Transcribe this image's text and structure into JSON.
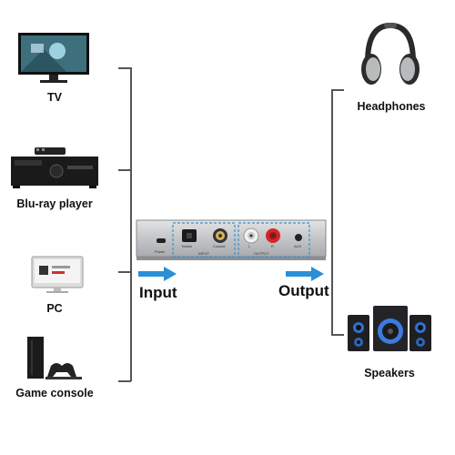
{
  "sources": [
    {
      "label": "TV",
      "icon": "tv-icon"
    },
    {
      "label": "Blu-ray player",
      "icon": "bluray-player-icon"
    },
    {
      "label": "PC",
      "icon": "pc-icon"
    },
    {
      "label": "Game console",
      "icon": "game-console-icon"
    }
  ],
  "outputs": [
    {
      "label": "Headphones",
      "icon": "headphones-icon"
    },
    {
      "label": "Speakers",
      "icon": "speakers-icon"
    }
  ],
  "flow": {
    "input_label": "Input",
    "output_label": "Output"
  },
  "device": {
    "port_labels": {
      "power": "Power",
      "toslink": "Toslink",
      "coaxial": "Coaxial",
      "input": "INPUT",
      "output": "OUTPUT",
      "right": "R",
      "rca_left": "L",
      "aux": "AUX"
    }
  },
  "colors": {
    "arrow": "#2a8fd6",
    "device_body": "#c9cbcd",
    "port_frame": "#3a8fd0",
    "rca_red": "#d6262b",
    "rca_white": "#f2f2f2"
  }
}
